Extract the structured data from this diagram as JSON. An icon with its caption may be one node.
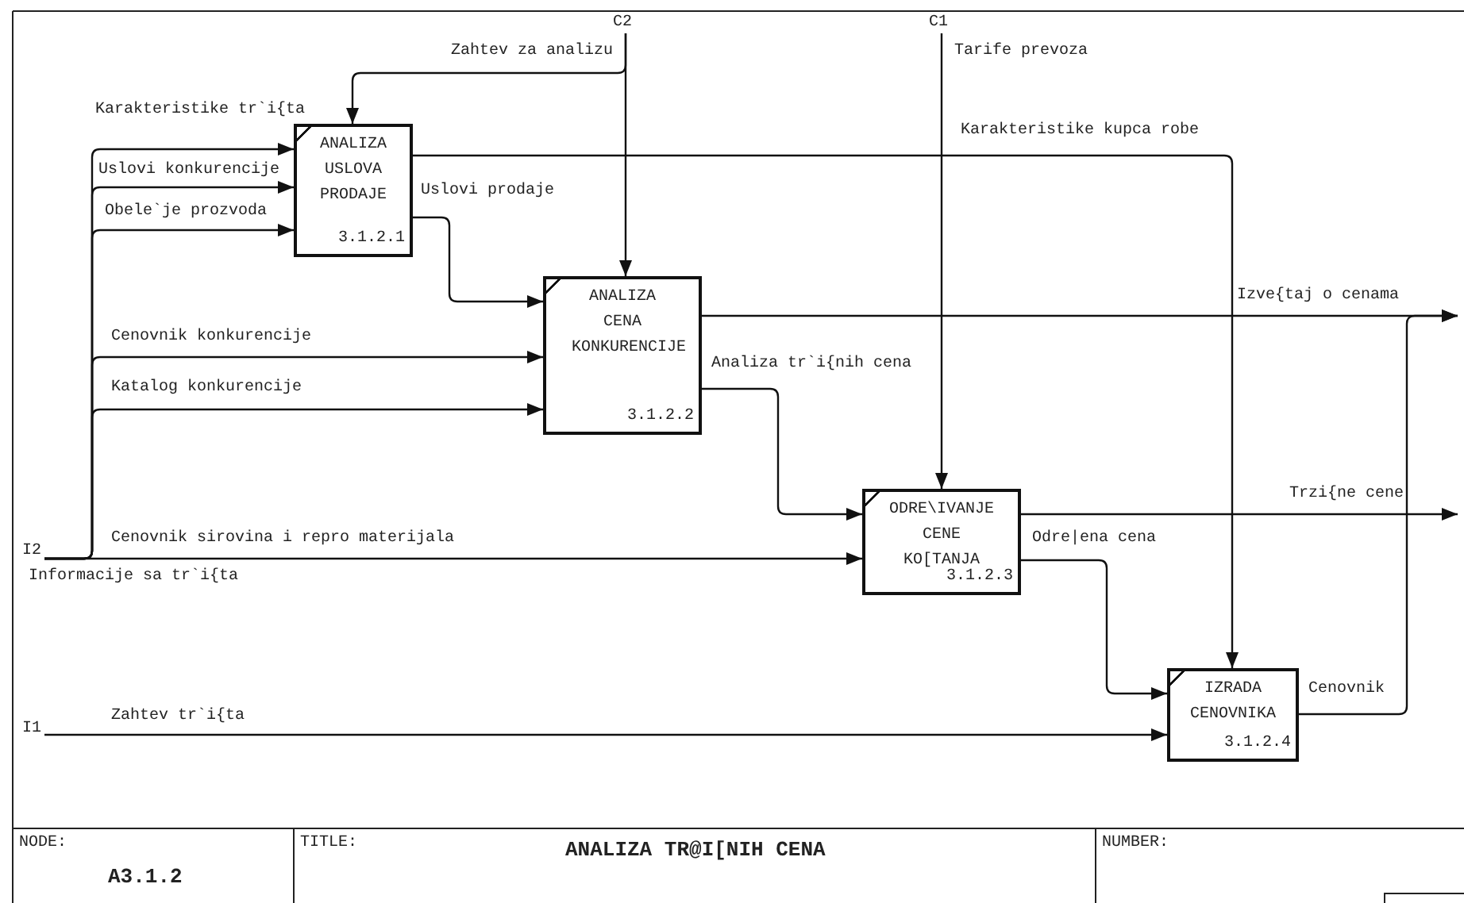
{
  "diagram": {
    "title": "ANALIZA TR@I[NIH CENA",
    "nodes": [
      {
        "text": [
          "C2"
        ]
      },
      {
        "text": [
          "C1"
        ]
      },
      {
        "text": [
          "ANALIZA USLOVA PRODAJE",
          "3.1.2.1"
        ]
      },
      {
        "text": [
          "ANALIZA CENA KONKURENCIJE",
          "3.1.2.2"
        ]
      },
      {
        "text": [
          "ODRE\\IVANJE CENE KO[TANJA",
          "3.1.2.3"
        ]
      },
      {
        "text": [
          "IZRADA CENOVNIKA",
          "3.1.2.4"
        ]
      },
      {
        "text": [
          "I2"
        ],
        "beside": [
          "Informacije sa tr`i{ta"
        ]
      },
      {
        "text": [
          "I1"
        ]
      }
    ],
    "edges": [
      {
        "from": 0,
        "to": 3,
        "arrow": "to",
        "label": "Zahtev za analizu"
      },
      {
        "from": 0,
        "to": 2,
        "arrow": "to"
      },
      {
        "from": 1,
        "to": 4,
        "arrow": "to",
        "label": "Tarife prevoza"
      },
      {
        "from": 2,
        "to": 5,
        "arrow": "to",
        "label": "Karakteristike kupca robe"
      },
      {
        "from": 2,
        "to": 3,
        "arrow": "to",
        "label": "Uslovi prodaje"
      },
      {
        "from": 6,
        "to": 2,
        "arrow": "to",
        "label": "Karakteristike tr`i{ta"
      },
      {
        "from": 6,
        "to": 2,
        "arrow": "to",
        "label": "Uslovi konkurencije"
      },
      {
        "from": 6,
        "to": 2,
        "arrow": "to",
        "label": "Obele`je prozvoda"
      },
      {
        "from": 6,
        "to": 3,
        "arrow": "to",
        "label": "Cenovnik konkurencije"
      },
      {
        "from": 6,
        "to": 3,
        "arrow": "to",
        "label": "Katalog konkurencije"
      },
      {
        "from": 6,
        "to": 4,
        "arrow": "to",
        "label": "Cenovnik sirovina i repro materijala"
      },
      {
        "from": 7,
        "to": 5,
        "arrow": "to",
        "label": "Zahtev tr`i{ta"
      },
      {
        "from": 3,
        "to": null,
        "arrow": "to",
        "label": "Izve{taj o cenama"
      },
      {
        "from": 3,
        "to": 4,
        "arrow": "to",
        "label": "Analiza tr`i{nih cena"
      },
      {
        "from": 4,
        "to": null,
        "arrow": "to",
        "label": "Trzi{ne cene"
      },
      {
        "from": 4,
        "to": 5,
        "arrow": "to",
        "label": "Odre|ena cena"
      },
      {
        "from": 5,
        "to": null,
        "arrow": "to",
        "label": "Cenovnik"
      }
    ],
    "labels": [
      "NODE:",
      "A3.1.2",
      "TITLE:",
      "NUMBER:"
    ]
  }
}
